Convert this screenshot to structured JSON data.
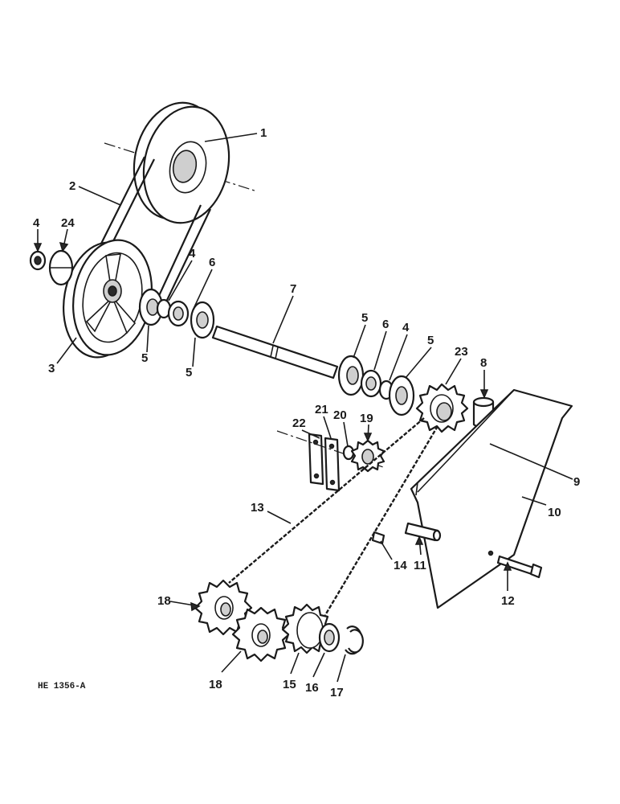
{
  "drawing_id": "HE 1356-A",
  "callouts": {
    "c1": "1",
    "c2": "2",
    "c3": "3",
    "c4a": "4",
    "c4b": "4",
    "c4c": "4",
    "c5a": "5",
    "c5b": "5",
    "c5c": "5",
    "c5d": "5",
    "c6a": "6",
    "c6b": "6",
    "c7": "7",
    "c8": "8",
    "c9": "9",
    "c10": "10",
    "c11": "11",
    "c12": "12",
    "c13": "13",
    "c14": "14",
    "c15": "15",
    "c16": "16",
    "c17": "17",
    "c18a": "18",
    "c18b": "18",
    "c19": "19",
    "c20": "20",
    "c21": "21",
    "c22": "22",
    "c23": "23",
    "c24": "24"
  }
}
